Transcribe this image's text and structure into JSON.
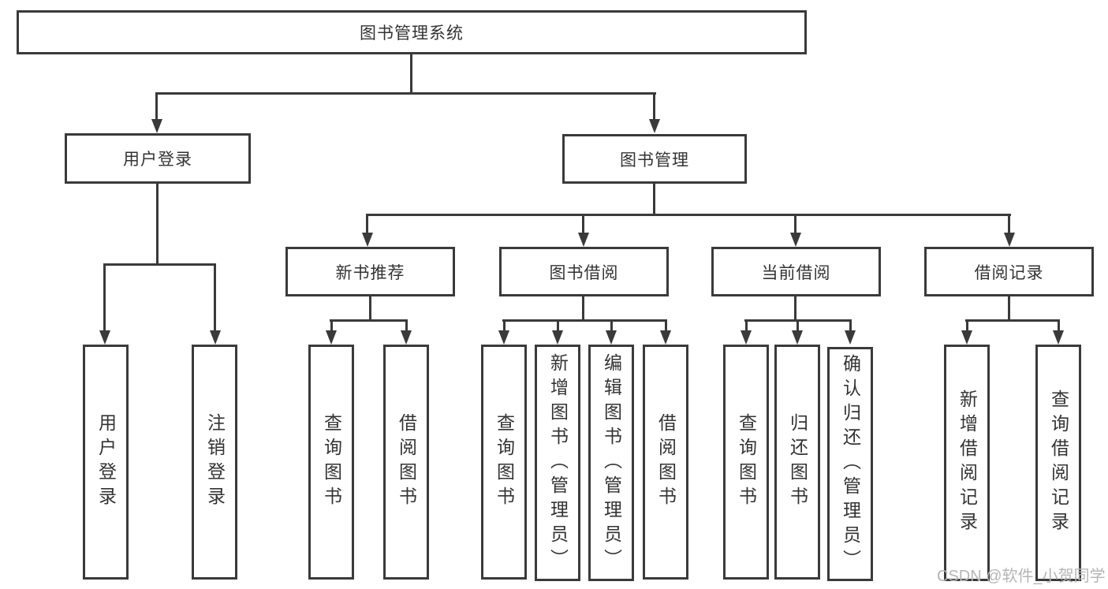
{
  "tree": {
    "root": "图书管理系统",
    "branches": [
      {
        "label": "用户登录",
        "children": [
          {
            "label": "用户登录"
          },
          {
            "label": "注销登录"
          }
        ]
      },
      {
        "label": "图书管理",
        "children": [
          {
            "label": "新书推荐",
            "children": [
              {
                "label": "查询图书"
              },
              {
                "label": "借阅图书"
              }
            ]
          },
          {
            "label": "图书借阅",
            "children": [
              {
                "label": "查询图书"
              },
              {
                "label": "新增图书（管理员）"
              },
              {
                "label": "编辑图书（管理员）"
              },
              {
                "label": "借阅图书"
              }
            ]
          },
          {
            "label": "当前借阅",
            "children": [
              {
                "label": "查询图书"
              },
              {
                "label": "归还图书"
              },
              {
                "label": "确认归还（管理员）"
              }
            ]
          },
          {
            "label": "借阅记录",
            "children": [
              {
                "label": "新增借阅记录"
              },
              {
                "label": "查询借阅记录"
              }
            ]
          }
        ]
      }
    ]
  },
  "watermark": "CSDN @软件_小贺同学",
  "colors": {
    "line": "#3a3a3a",
    "text": "#333333",
    "watermark": "#b5b5b5",
    "background": "#ffffff"
  }
}
